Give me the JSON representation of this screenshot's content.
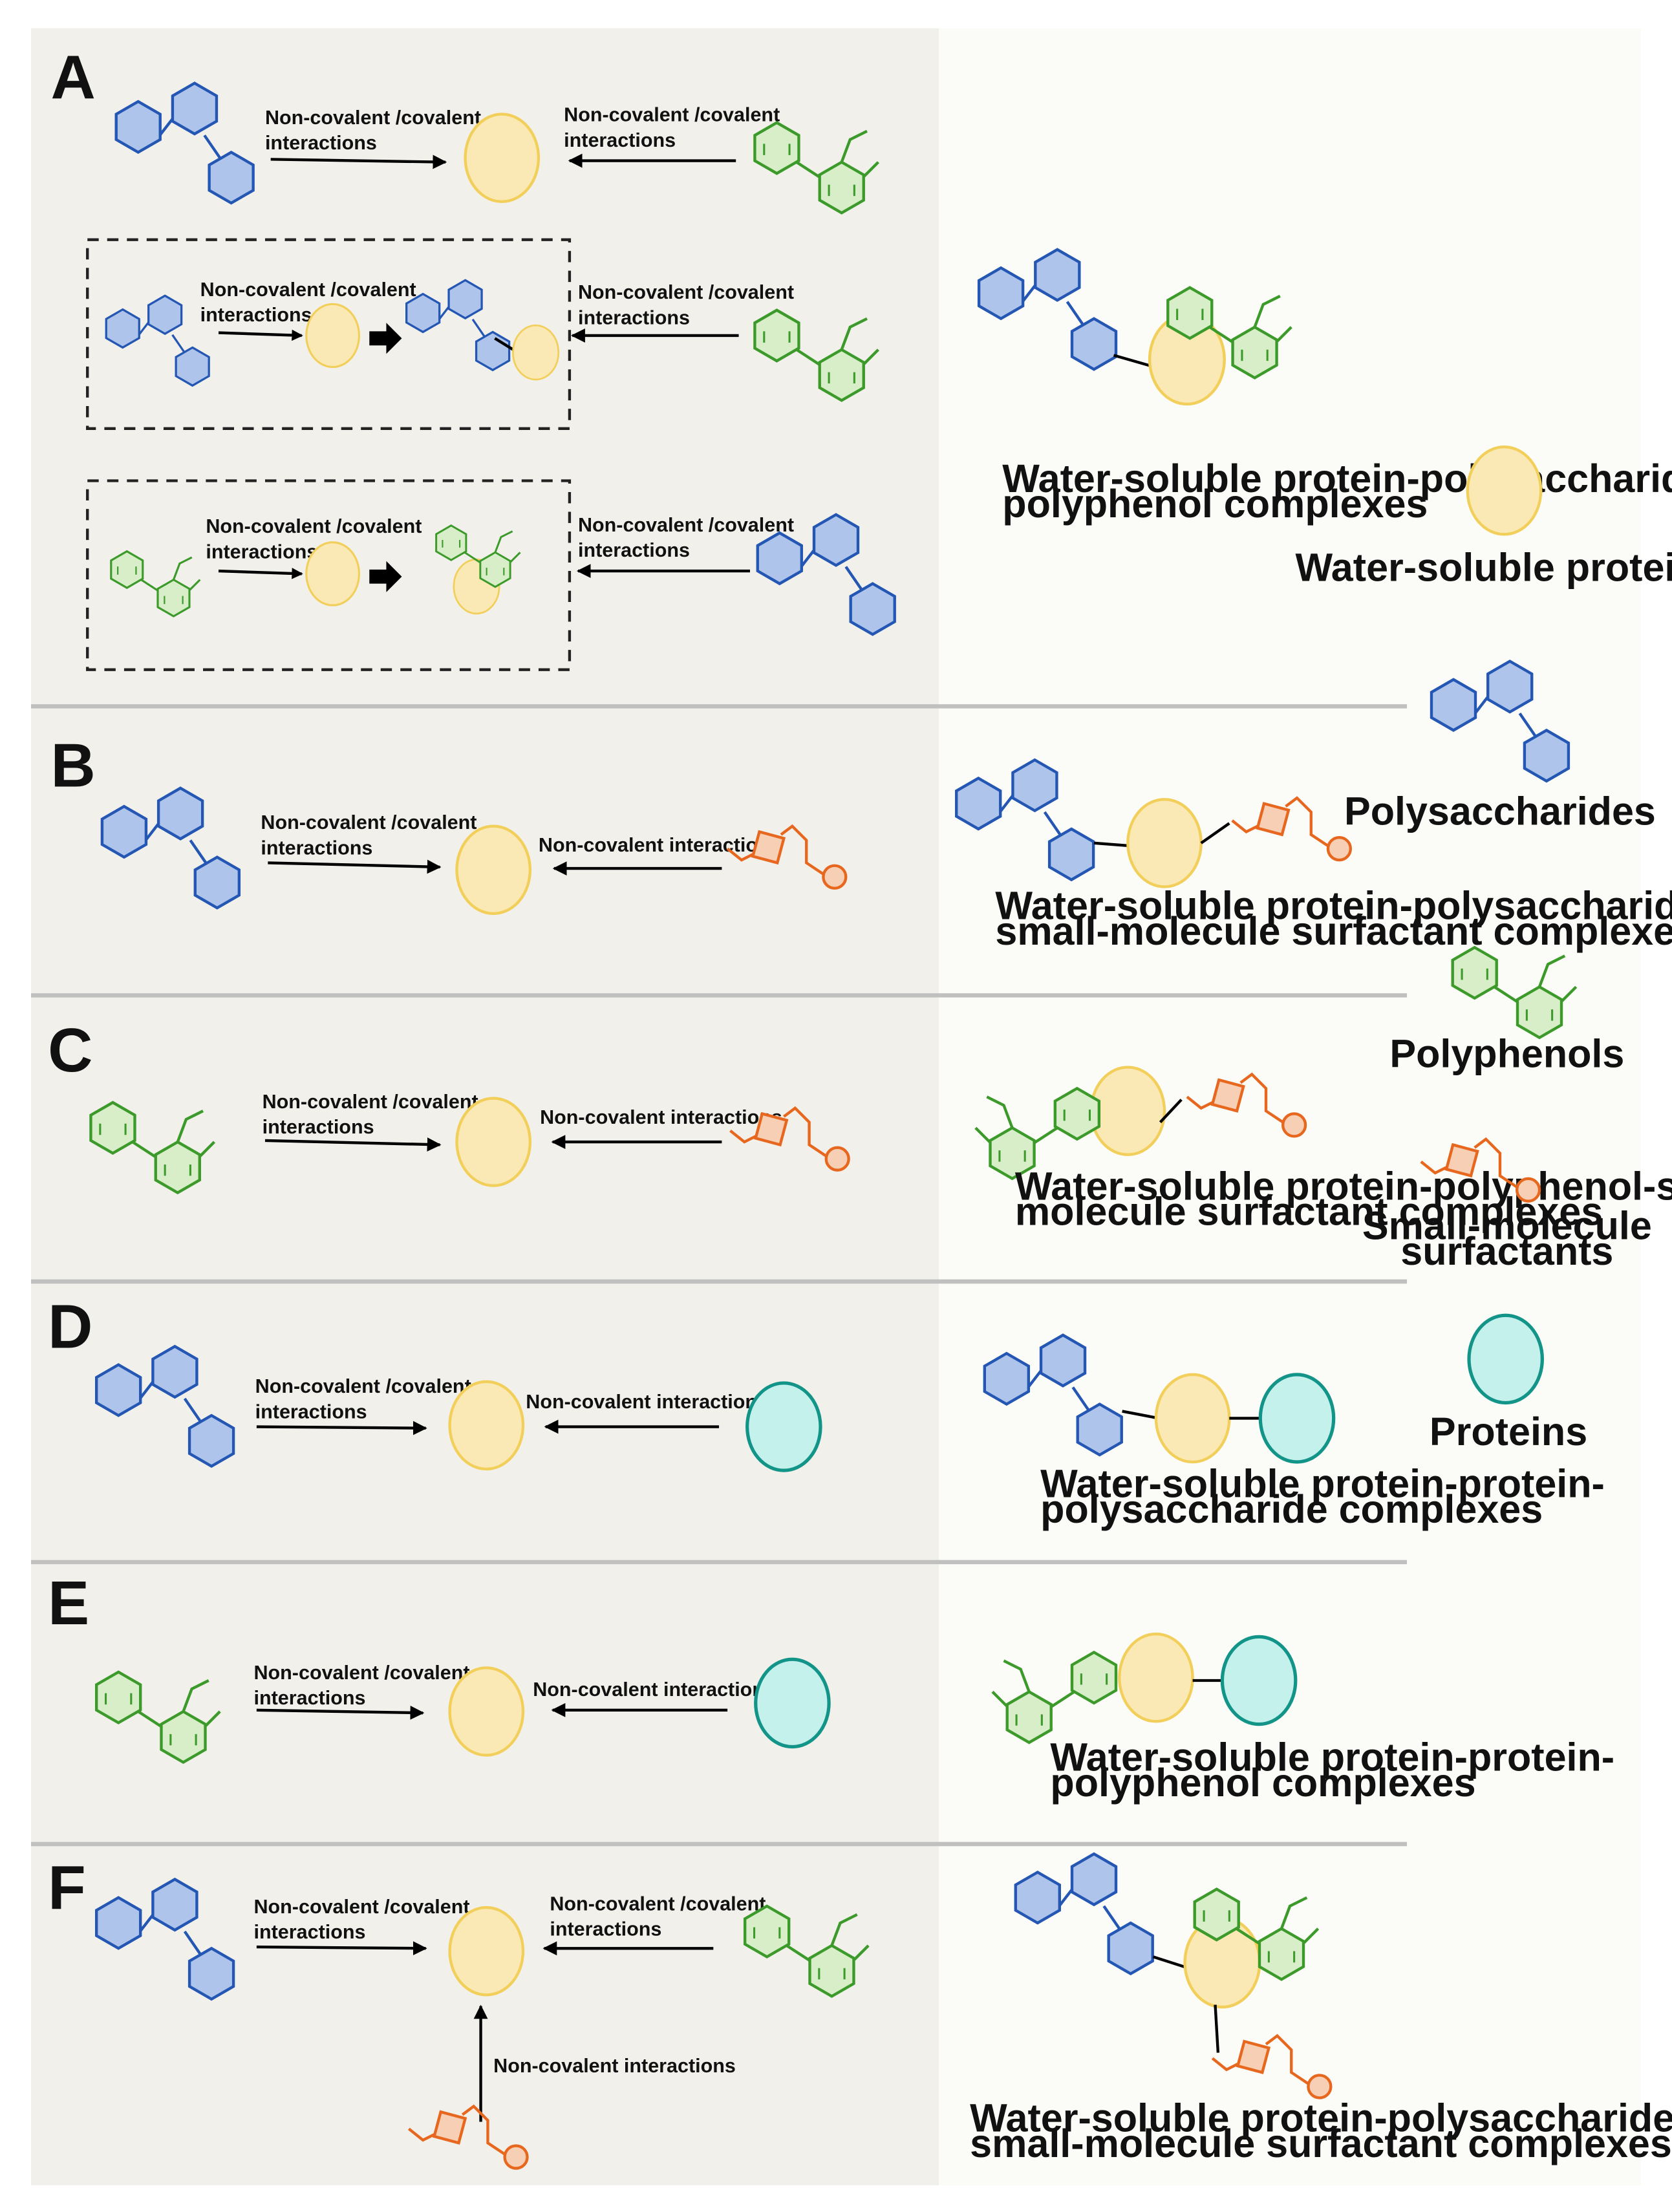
{
  "panels": {
    "a": {
      "letter": "A",
      "row1": {
        "left": "Non-covalent /covalent",
        "left2": "interactions",
        "right": "Non-covalent /covalent",
        "right2": "interactions"
      },
      "row2": {
        "left": "Non-covalent /covalent",
        "left2": "interactions",
        "right": "Non-covalent /covalent",
        "right2": "interactions"
      },
      "row3": {
        "left": "Non-covalent /covalent",
        "left2": "interactions",
        "right": "Non-covalent /covalent",
        "right2": "interactions"
      },
      "product": {
        "line1": "Water-soluble protein-polysaccharide-",
        "line2": "polyphenol complexes"
      }
    },
    "b": {
      "letter": "B",
      "left": "Non-covalent /covalent",
      "left2": "interactions",
      "right": "Non-covalent interactions",
      "product": {
        "line1": "Water-soluble protein-polysaccharide-",
        "line2": "small-molecule surfactant complexes"
      }
    },
    "c": {
      "letter": "C",
      "left": "Non-covalent /covalent",
      "left2": "interactions",
      "right": "Non-covalent interactions",
      "product": {
        "line1": "Water-soluble protein-polyphenol-small-",
        "line2": "molecule surfactant complexes"
      }
    },
    "d": {
      "letter": "D",
      "left": "Non-covalent /covalent",
      "left2": "interactions",
      "right": "Non-covalent interactions",
      "product": {
        "line1": "Water-soluble protein-protein-",
        "line2": "polysaccharide complexes"
      }
    },
    "e": {
      "letter": "E",
      "left": "Non-covalent /covalent",
      "left2": "interactions",
      "right": "Non-covalent interactions",
      "product": {
        "line1": "Water-soluble protein-protein-",
        "line2": "polyphenol complexes"
      }
    },
    "f": {
      "letter": "F",
      "left": "Non-covalent /covalent",
      "left2": "interactions",
      "right": "Non-covalent /covalent",
      "right2": "interactions",
      "bottom": "Non-covalent interactions",
      "product": {
        "line1": "Water-soluble protein-polysaccharide-polyphenol-",
        "line2": "small-molecule surfactant complexes"
      }
    }
  },
  "legend": {
    "proteins_ws": "Water-soluble proteins",
    "polysaccharides": "Polysaccharides",
    "polyphenols": "Polyphenols",
    "surfactants1": "Small-molecule",
    "surfactants2": "surfactants",
    "proteins": "Proteins"
  },
  "colors": {
    "polysaccharide_fill": "#aec4ea",
    "polysaccharide_stroke": "#2456b4",
    "polyphenol_fill": "#d7eec8",
    "polyphenol_stroke": "#3c9a2a",
    "protein_ws_fill": "#fbe9b5",
    "protein_ws_stroke": "#f2cf5a",
    "surfactant_stroke": "#e8671e",
    "surfactant_fill": "#f6cfb5",
    "protein_fill": "#c5f1ec",
    "protein_stroke": "#139488",
    "left_bg": "#f1f0eb",
    "right_bg": "#fbfbf7",
    "divider": "#c0c0c0"
  }
}
